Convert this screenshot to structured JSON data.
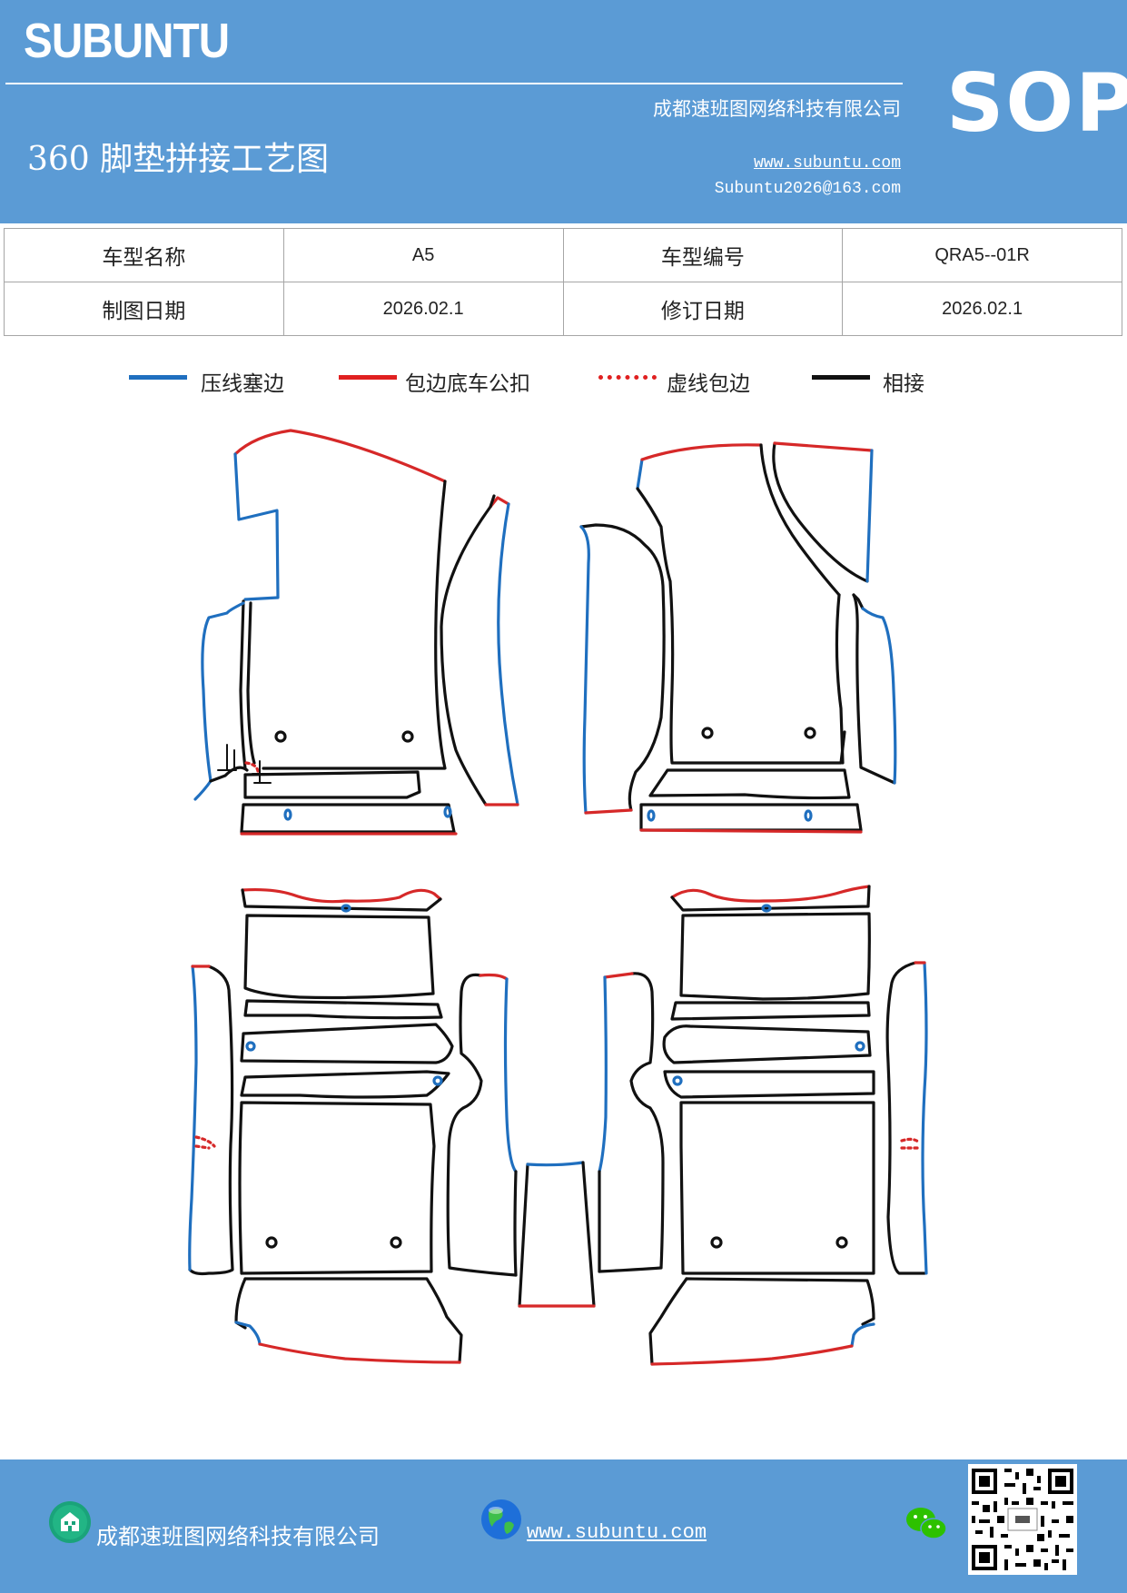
{
  "header": {
    "brand": "SUBUNTU",
    "badge": "SOP",
    "title": "360 脚垫拼接工艺图",
    "company": "成都速班图网络科技有限公司",
    "website": "www.subuntu.com",
    "email": "Subuntu2026@163.com"
  },
  "info_table": {
    "rows": [
      {
        "label1": "车型名称",
        "value1": "A5",
        "label2": "车型编号",
        "value2": "QRA5--01R"
      },
      {
        "label1": "制图日期",
        "value1": "2026.02.1",
        "label2": "修订日期",
        "value2": "2026.02.1"
      }
    ]
  },
  "legend": [
    {
      "label": "压线塞边",
      "style": "solid",
      "color": "#1f6fbf"
    },
    {
      "label": "包边底车公扣",
      "style": "solid",
      "color": "#e02020"
    },
    {
      "label": "虚线包边",
      "style": "dotted",
      "color": "#e02020"
    },
    {
      "label": "相接",
      "style": "solid",
      "color": "#111111"
    }
  ],
  "colors": {
    "header_bg": "#5b9bd5",
    "press_line": "#1f6fbf",
    "hem_edge": "#d62828",
    "joint": "#111111"
  },
  "footer": {
    "company": "成都速班图网络科技有限公司",
    "website": "www.subuntu.com",
    "icons": [
      "company-icon",
      "globe-icon",
      "wechat-icon",
      "qr-code"
    ]
  }
}
